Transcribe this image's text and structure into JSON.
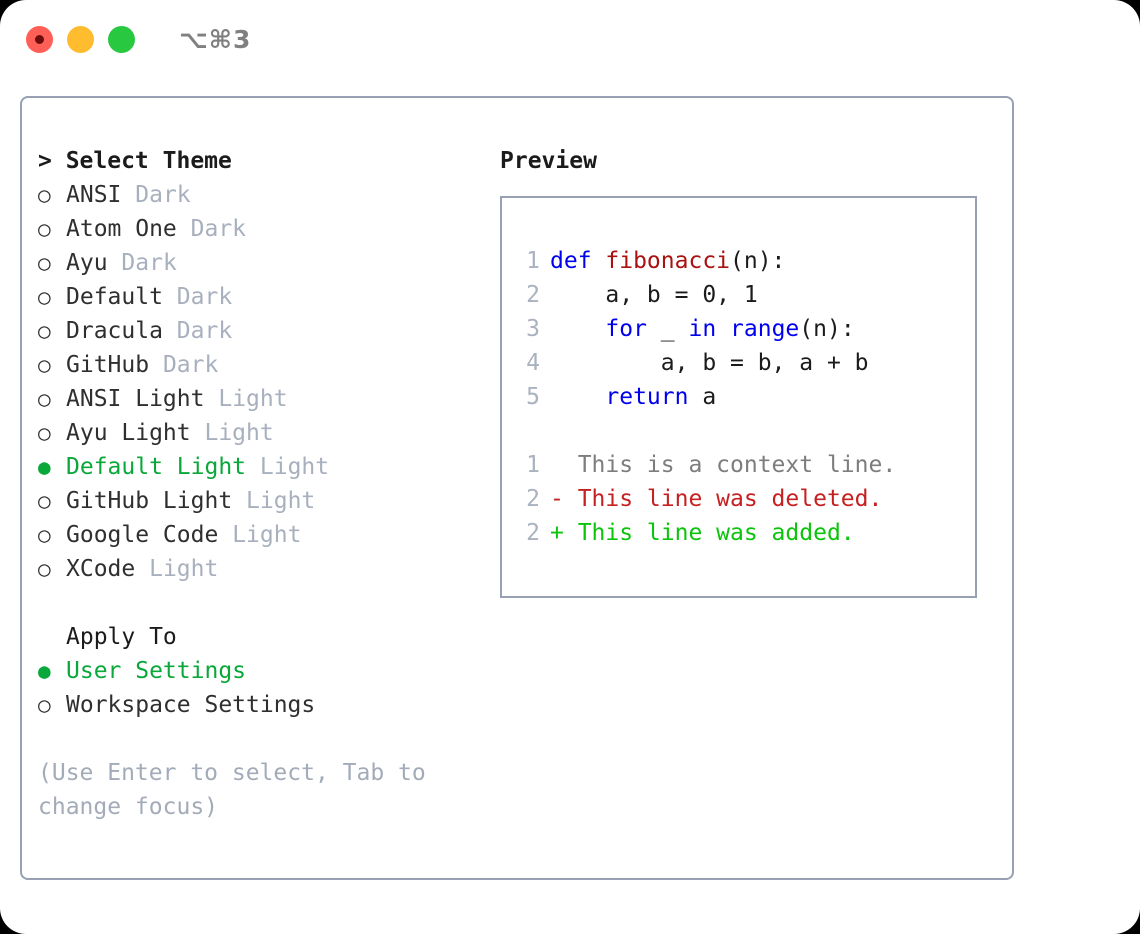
{
  "titlebar": {
    "shortcut": "⌥⌘3",
    "lights": [
      "close-red",
      "minimize-yellow",
      "maximize-green"
    ]
  },
  "left": {
    "header": "> Select Theme",
    "themes": [
      {
        "marker": "○",
        "name": "ANSI",
        "tag": "Dark",
        "selected": false
      },
      {
        "marker": "○",
        "name": "Atom One",
        "tag": "Dark",
        "selected": false
      },
      {
        "marker": "○",
        "name": "Ayu",
        "tag": "Dark",
        "selected": false
      },
      {
        "marker": "○",
        "name": "Default",
        "tag": "Dark",
        "selected": false
      },
      {
        "marker": "○",
        "name": "Dracula",
        "tag": "Dark",
        "selected": false
      },
      {
        "marker": "○",
        "name": "GitHub",
        "tag": "Dark",
        "selected": false
      },
      {
        "marker": "○",
        "name": "ANSI Light",
        "tag": "Light",
        "selected": false
      },
      {
        "marker": "○",
        "name": "Ayu Light",
        "tag": "Light",
        "selected": false
      },
      {
        "marker": "●",
        "name": "Default Light",
        "tag": "Light",
        "selected": true
      },
      {
        "marker": "○",
        "name": "GitHub Light",
        "tag": "Light",
        "selected": false
      },
      {
        "marker": "○",
        "name": "Google Code",
        "tag": "Light",
        "selected": false
      },
      {
        "marker": "○",
        "name": "XCode",
        "tag": "Light",
        "selected": false
      }
    ],
    "apply_to_header": "Apply To",
    "apply_to": [
      {
        "marker": "●",
        "name": "User Settings",
        "selected": true
      },
      {
        "marker": "○",
        "name": "Workspace Settings",
        "selected": false
      }
    ],
    "hint": "(Use Enter to select, Tab to\nchange focus)"
  },
  "preview": {
    "header": "Preview",
    "code_lines": [
      {
        "no": "1",
        "segments": [
          {
            "t": "def ",
            "c": "kw"
          },
          {
            "t": "fibonacci",
            "c": "fn"
          },
          {
            "t": "(n):",
            "c": "code"
          }
        ]
      },
      {
        "no": "2",
        "segments": [
          {
            "t": "    a, b = 0, 1",
            "c": "code"
          }
        ]
      },
      {
        "no": "3",
        "segments": [
          {
            "t": "    ",
            "c": "code"
          },
          {
            "t": "for",
            "c": "kw"
          },
          {
            "t": " _ ",
            "c": "code"
          },
          {
            "t": "in",
            "c": "kw"
          },
          {
            "t": " ",
            "c": "code"
          },
          {
            "t": "range",
            "c": "kw"
          },
          {
            "t": "(n):",
            "c": "code"
          }
        ]
      },
      {
        "no": "4",
        "segments": [
          {
            "t": "        a, b = b, a + b",
            "c": "code"
          }
        ]
      },
      {
        "no": "5",
        "segments": [
          {
            "t": "    ",
            "c": "code"
          },
          {
            "t": "return",
            "c": "kw"
          },
          {
            "t": " a",
            "c": "code"
          }
        ]
      }
    ],
    "diff_lines": [
      {
        "no": "1",
        "text": "  This is a context line.",
        "kind": "ctx"
      },
      {
        "no": "2",
        "text": "- This line was deleted.",
        "kind": "del"
      },
      {
        "no": "2",
        "text": "+ This line was added.",
        "kind": "add"
      }
    ]
  },
  "colors": {
    "accent_green": "#0aa83a",
    "added_green": "#0bc40b",
    "deleted_red": "#c62020",
    "keyword_blue": "#0000ee",
    "function_red": "#aa1111",
    "tag_gray": "#a8b0be",
    "border_gray": "#97a1b3",
    "hint_gray": "#a3abb9",
    "line_number_gray": "#aab2bf",
    "context_gray": "#7d7d7d",
    "shortcut_gray": "#808080"
  }
}
